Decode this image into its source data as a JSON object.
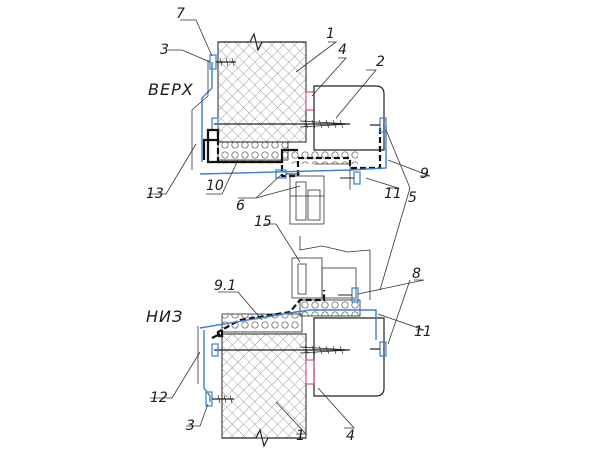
{
  "sections": {
    "top": "ВЕРХ",
    "bottom": "НИЗ"
  },
  "callouts": {
    "top": [
      "7",
      "3",
      "1",
      "4",
      "2",
      "13",
      "10",
      "6",
      "11",
      "9",
      "5",
      "15"
    ],
    "bottom": [
      "9.1",
      "8",
      "11",
      "12",
      "3",
      "1",
      "4"
    ]
  },
  "colors": {
    "line": "#222222",
    "profile": "#3a7fd0",
    "accent": "#d6336c"
  }
}
